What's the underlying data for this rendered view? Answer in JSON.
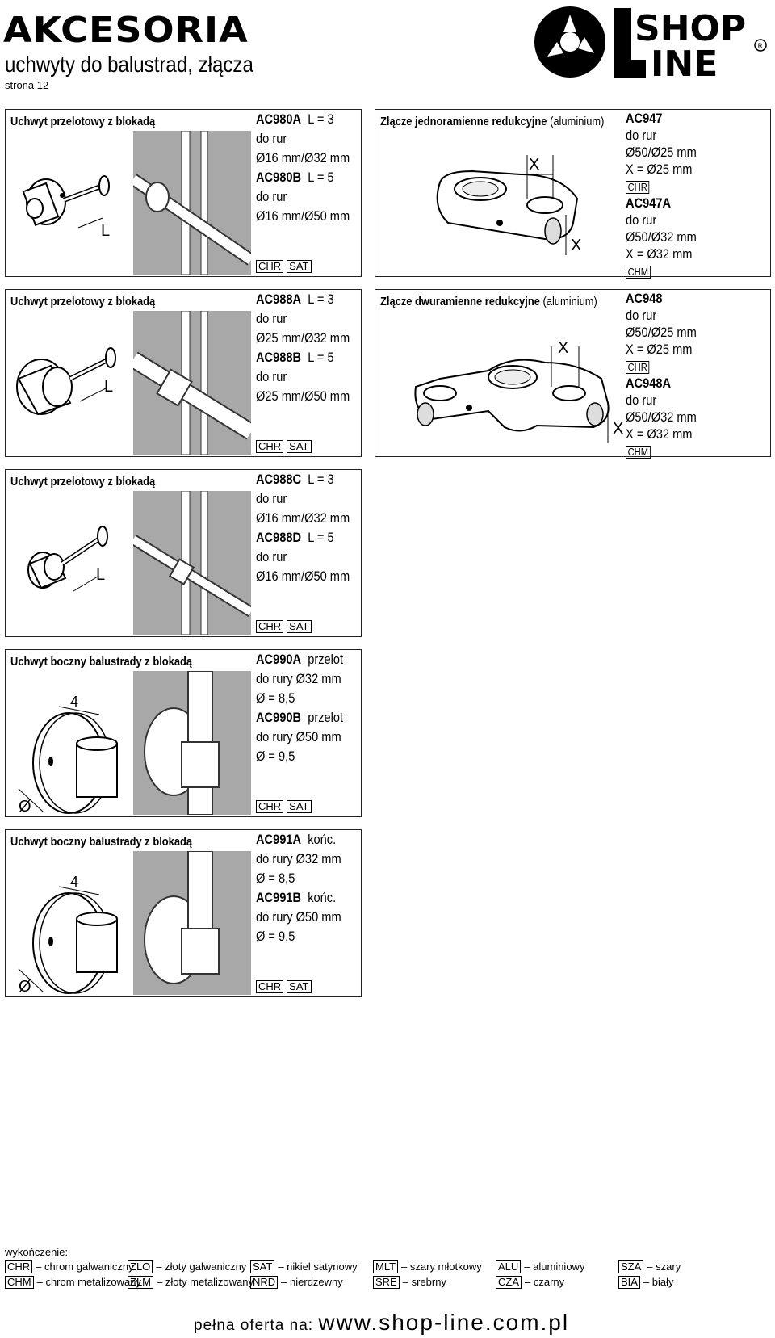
{
  "header": {
    "title": "AKCESORIA",
    "subtitle": "uchwyty do balustrad, złącza",
    "page": "strona 12",
    "logo_text": "SHOP LINE"
  },
  "products": [
    {
      "heading": "Uchwyt przelotowy z blokadą",
      "heading_extra": "",
      "lines": [
        {
          "code": "AC980A",
          "text": "L = 3"
        },
        {
          "code": "",
          "text": "do rur"
        },
        {
          "code": "",
          "text": "Ø16 mm/Ø32 mm"
        },
        {
          "code": "AC980B",
          "text": "L = 5"
        },
        {
          "code": "",
          "text": "do rur"
        },
        {
          "code": "",
          "text": "Ø16 mm/Ø50 mm"
        }
      ],
      "finishes": [
        "CHR",
        "SAT"
      ],
      "dim_label": "L"
    },
    {
      "heading": "Złącze jednoramienne redukcyjne",
      "heading_extra": "(aluminium)",
      "lines": [
        {
          "code": "AC947",
          "text": ""
        },
        {
          "code": "",
          "text": "do rur"
        },
        {
          "code": "",
          "text": "Ø50/Ø25 mm"
        },
        {
          "code": "",
          "text": "X = Ø25 mm"
        },
        {
          "code": "",
          "tag": "CHR"
        },
        {
          "code": "AC947A",
          "text": ""
        },
        {
          "code": "",
          "text": "do rur"
        },
        {
          "code": "",
          "text": "Ø50/Ø32 mm"
        },
        {
          "code": "",
          "text": "X = Ø32 mm"
        },
        {
          "code": "",
          "tag": "CHM"
        }
      ],
      "finishes": [],
      "dim_label": "X"
    },
    {
      "heading": "Uchwyt przelotowy z blokadą",
      "heading_extra": "",
      "lines": [
        {
          "code": "AC988A",
          "text": "L = 3"
        },
        {
          "code": "",
          "text": "do rur"
        },
        {
          "code": "",
          "text": "Ø25 mm/Ø32 mm"
        },
        {
          "code": "AC988B",
          "text": "L = 5"
        },
        {
          "code": "",
          "text": "do rur"
        },
        {
          "code": "",
          "text": "Ø25 mm/Ø50 mm"
        }
      ],
      "finishes": [
        "CHR",
        "SAT"
      ],
      "dim_label": "L"
    },
    {
      "heading": "Złącze dwuramienne redukcyjne",
      "heading_extra": "(aluminium)",
      "lines": [
        {
          "code": "AC948",
          "text": ""
        },
        {
          "code": "",
          "text": "do rur"
        },
        {
          "code": "",
          "text": "Ø50/Ø25 mm"
        },
        {
          "code": "",
          "text": "X = Ø25 mm"
        },
        {
          "code": "",
          "tag": "CHR"
        },
        {
          "code": "AC948A",
          "text": ""
        },
        {
          "code": "",
          "text": "do rur"
        },
        {
          "code": "",
          "text": "Ø50/Ø32 mm"
        },
        {
          "code": "",
          "text": "X = Ø32 mm"
        },
        {
          "code": "",
          "tag": "CHM"
        }
      ],
      "finishes": [],
      "dim_label": "X"
    },
    {
      "heading": "Uchwyt przelotowy z blokadą",
      "heading_extra": "",
      "lines": [
        {
          "code": "AC988C",
          "text": "L = 3"
        },
        {
          "code": "",
          "text": "do rur"
        },
        {
          "code": "",
          "text": "Ø16 mm/Ø32 mm"
        },
        {
          "code": "AC988D",
          "text": "L = 5"
        },
        {
          "code": "",
          "text": "do rur"
        },
        {
          "code": "",
          "text": "Ø16 mm/Ø50 mm"
        }
      ],
      "finishes": [
        "CHR",
        "SAT"
      ],
      "dim_label": "L"
    },
    {
      "heading": "Uchwyt boczny balustrady z blokadą",
      "heading_extra": "",
      "lines": [
        {
          "code": "AC990A",
          "text": "przelot"
        },
        {
          "code": "",
          "text": "do rury Ø32 mm"
        },
        {
          "code": "",
          "text": "Ø = 8,5"
        },
        {
          "code": "AC990B",
          "text": "przelot"
        },
        {
          "code": "",
          "text": "do rury Ø50 mm"
        },
        {
          "code": "",
          "text": "Ø = 9,5"
        }
      ],
      "finishes": [
        "CHR",
        "SAT"
      ],
      "dim_label": "4",
      "dim_label2": "Ø"
    },
    {
      "heading": "Uchwyt boczny balustrady z blokadą",
      "heading_extra": "",
      "lines": [
        {
          "code": "AC991A",
          "text": "końc."
        },
        {
          "code": "",
          "text": "do rury Ø32 mm"
        },
        {
          "code": "",
          "text": "Ø = 8,5"
        },
        {
          "code": "AC991B",
          "text": "końc."
        },
        {
          "code": "",
          "text": "do rury Ø50 mm"
        },
        {
          "code": "",
          "text": "Ø = 9,5"
        }
      ],
      "finishes": [
        "CHR",
        "SAT"
      ],
      "dim_label": "4",
      "dim_label2": "Ø"
    }
  ],
  "legend": {
    "title": "wykończenie:",
    "items": [
      {
        "tag": "CHR",
        "label": "– chrom galwaniczny"
      },
      {
        "tag": "ZLO",
        "label": "– złoty galwaniczny"
      },
      {
        "tag": "SAT",
        "label": "– nikiel satynowy"
      },
      {
        "tag": "MLT",
        "label": "– szary młotkowy"
      },
      {
        "tag": "ALU",
        "label": "– aluminiowy"
      },
      {
        "tag": "SZA",
        "label": "– szary"
      },
      {
        "tag": "CHM",
        "label": "– chrom metalizowany"
      },
      {
        "tag": "ZLM",
        "label": "– złoty metalizowany"
      },
      {
        "tag": "NRD",
        "label": "– nierdzewny"
      },
      {
        "tag": "SRE",
        "label": "– srebrny"
      },
      {
        "tag": "CZA",
        "label": "– czarny"
      },
      {
        "tag": "BIA",
        "label": "– biały"
      }
    ]
  },
  "footer": {
    "prefix": "pełna oferta na:",
    "url": "www.shop-line.com.pl"
  }
}
